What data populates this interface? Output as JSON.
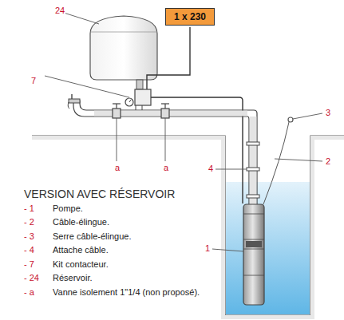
{
  "diagram": {
    "title": "VERSION AVEC RÉSERVOIR",
    "nodes": [
      {
        "text": [
          "1 x 230"
        ]
      }
    ],
    "labels": [
      "24",
      "7",
      "3",
      "2",
      "4",
      "1",
      "a",
      "a",
      "- 1",
      "Pompe.",
      "- 2",
      "Câble-élingue.",
      "- 3",
      "Serre câble-élingue.",
      "- 4",
      "Attache câble.",
      "- 7",
      "Kit contacteur.",
      "- 24",
      "Réservoir.",
      "- a",
      "Vanne isolement 1\"1/4 (non proposé)."
    ]
  }
}
